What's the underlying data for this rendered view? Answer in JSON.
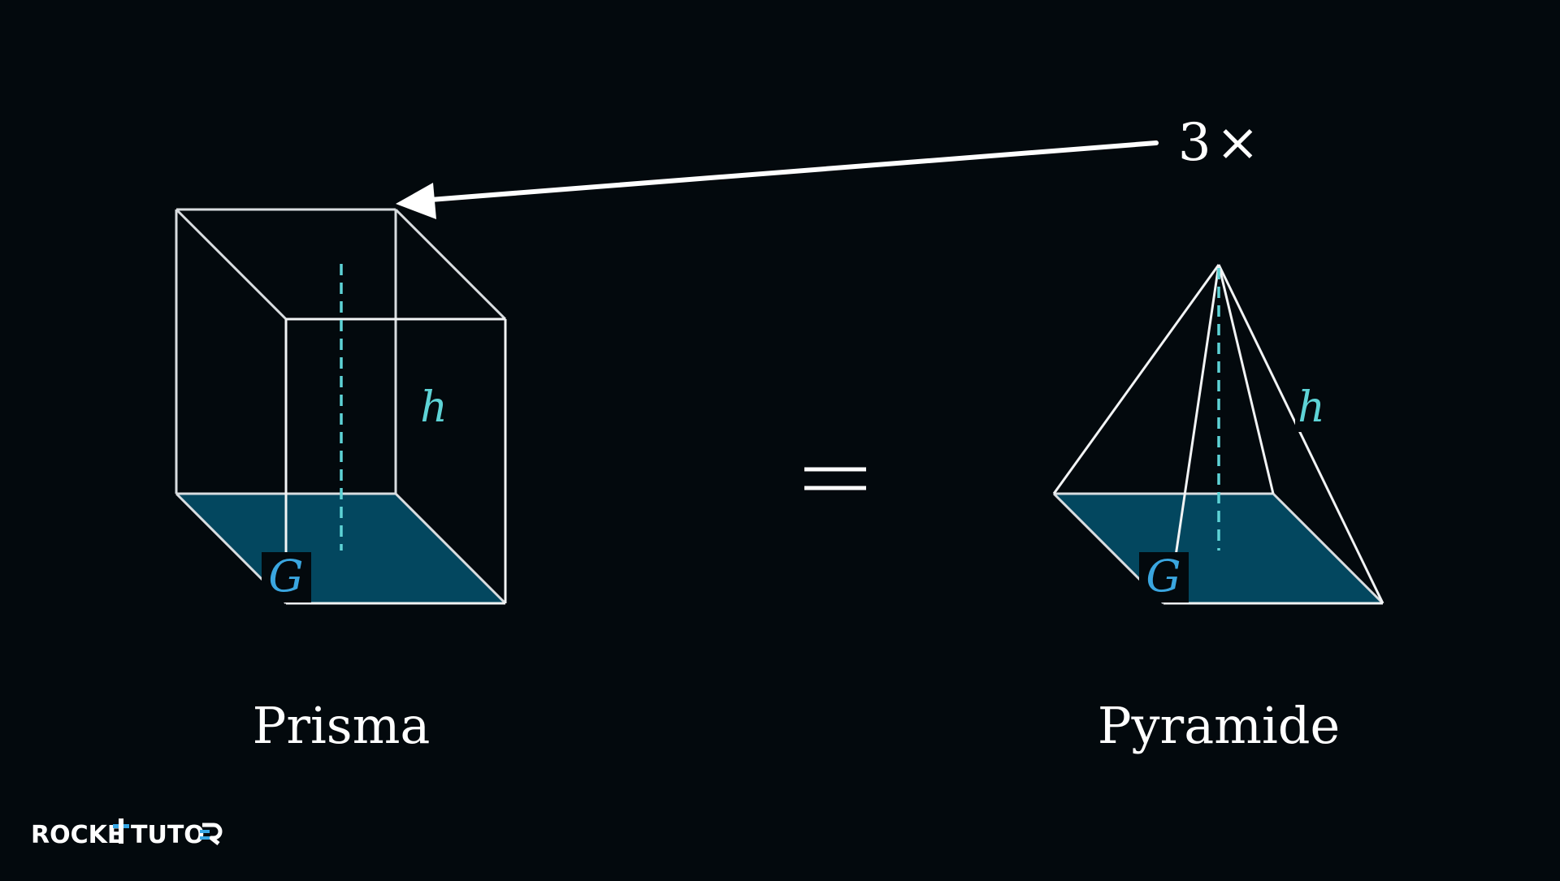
{
  "multiplier": {
    "number": "3",
    "symbol": "×"
  },
  "equals_sign": "=",
  "prism": {
    "name": "Prisma",
    "base_label": "G",
    "height_label": "h"
  },
  "pyramid": {
    "name": "Pyramide",
    "base_label": "G",
    "height_label": "h"
  },
  "logo": {
    "part1": "ROCKE",
    "part2": "TUTO"
  },
  "colors": {
    "background": "#03090d",
    "edge": "#d9dde0",
    "base_fill": "#03475f",
    "height_line": "#5ed3d6",
    "base_label": "#3aa6e0",
    "text": "#ffffff",
    "logo_accent": "#38a8e6"
  }
}
